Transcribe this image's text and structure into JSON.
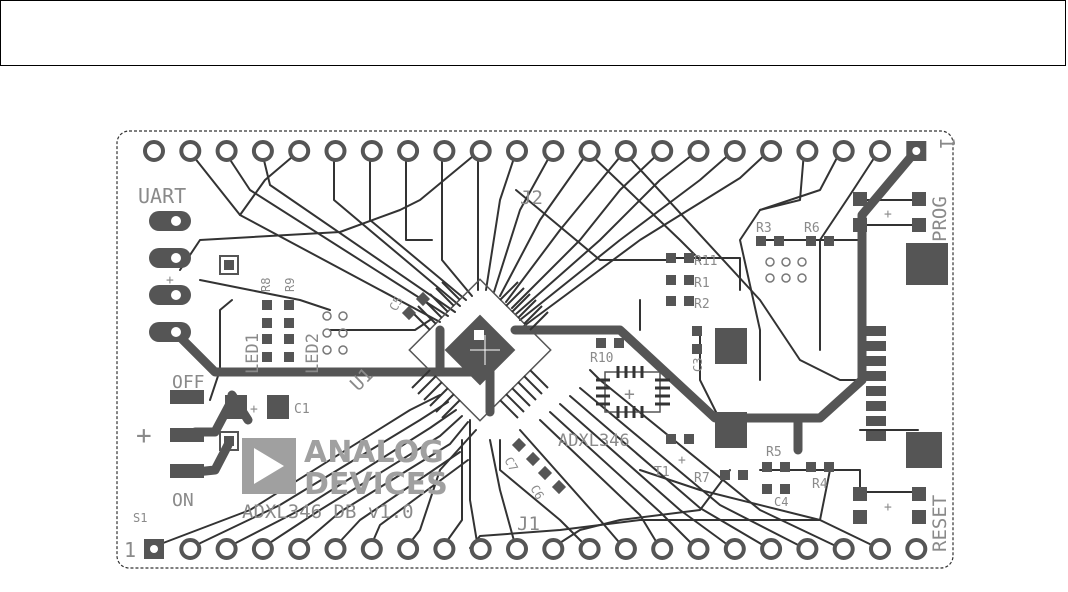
{
  "caption": "",
  "board": {
    "uart": "UART",
    "prog": "PROG",
    "reset": "RESET",
    "pin1_bottom": "1",
    "pin1_top": "1",
    "s1": "S1",
    "off": "OFF",
    "on": "ON",
    "j1": "J1",
    "j2": "J2",
    "u1": "U1",
    "adxl346_chip": "ADXL346",
    "logo_line1": "ANALOG",
    "logo_line2": "DEVICES",
    "board_label": "ADXL346 DB v1.0",
    "led1": "LED1",
    "led2": "LED2",
    "plus": "+",
    "designators": {
      "r1": "R1",
      "r2": "R2",
      "r3": "R3",
      "r4": "R4",
      "r5": "R5",
      "r6": "R6",
      "r7": "R7",
      "r8": "R8",
      "r9": "R9",
      "r10": "R10",
      "r11": "R11",
      "c1": "C1",
      "c3": "C3",
      "c4": "C4",
      "c5": "C5",
      "c6": "C6",
      "c7": "C7",
      "t1": "T1"
    }
  },
  "colors": {
    "background": "#ffffff",
    "trace": "#333333",
    "power_trace": "#555555",
    "pad": "#555555",
    "silkscreen": "#8a8a8a",
    "logo": "#a0a0a0",
    "outline": "#333333"
  }
}
